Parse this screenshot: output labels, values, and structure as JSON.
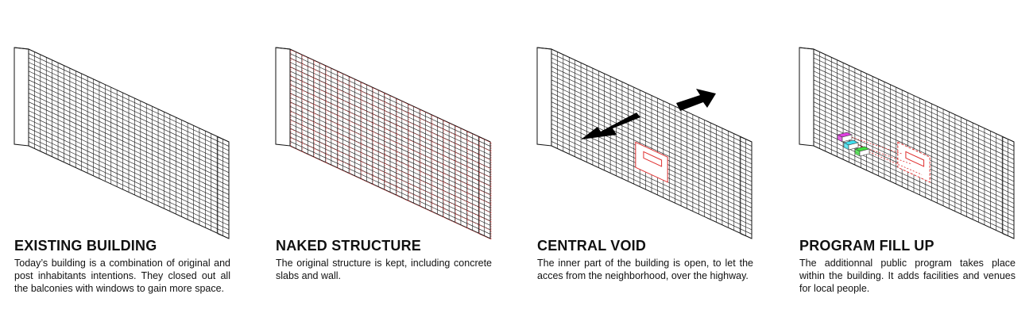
{
  "panels": [
    {
      "title": "EXISTING BUILDING",
      "text": "Today’s building is a combination of original and post inhabitants intentions. They closed out all the balconies with windows to gain more space.",
      "variant": "existing"
    },
    {
      "title": "NAKED STRUCTURE",
      "text": "The original structure is kept, including concrete slabs and wall.",
      "variant": "naked"
    },
    {
      "title": "CENTRAL VOID",
      "text": "The inner part of the building is open, to let the acces from the neighborhood, over the highway.",
      "variant": "void"
    },
    {
      "title": "PROGRAM FILL UP",
      "text": "The additionnal public program takes place within the building. It adds facilities and venues for local people.",
      "variant": "program"
    }
  ],
  "colors": {
    "line": "#111111",
    "structure_red": "#e03030",
    "arrow": "#000000",
    "program_magenta": "#e040e0",
    "program_cyan": "#40e0f0",
    "program_green": "#40e040"
  }
}
